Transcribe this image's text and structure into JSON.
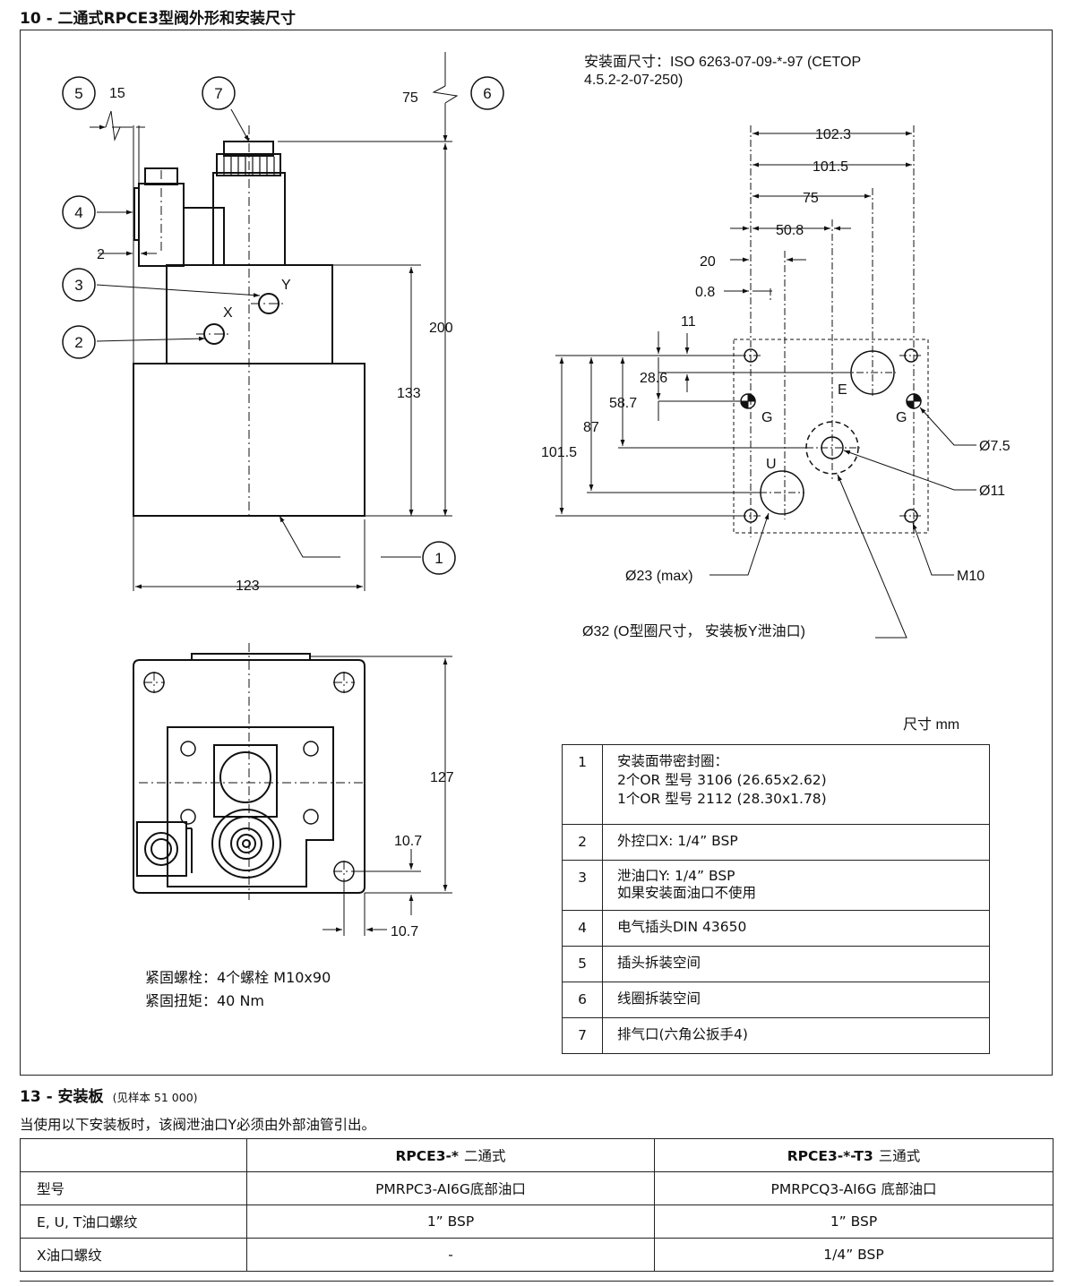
{
  "section10": {
    "title": "10 - 二通式RPCE3型阀外形和安装尺寸",
    "surface_spec_line1": "安装面尺寸：ISO 6263-07-09-*-97 (CETOP",
    "surface_spec_line2": "4.5.2-2-07-250)",
    "unit_note": "尺寸 mm",
    "callouts": [
      "1",
      "2",
      "3",
      "4",
      "5",
      "6",
      "7"
    ],
    "side_view_dims": {
      "d15": "15",
      "d75": "75",
      "d2": "2",
      "d200": "200",
      "d133": "133",
      "d123": "123",
      "port_x": "X",
      "port_y": "Y"
    },
    "bottom_view_dims": {
      "d127": "127",
      "d10_7a": "10.7",
      "d10_7b": "10.7"
    },
    "surface_dims": {
      "h102_3": "102.3",
      "h101_5": "101.5",
      "h75": "75",
      "h50_8": "50.8",
      "h20": "20",
      "h0_8": "0.8",
      "v11": "11",
      "v28_6": "28.6",
      "v58_7": "58.7",
      "v87": "87",
      "v101_5": "101.5",
      "port_e": "E",
      "port_g1": "G",
      "port_g2": "G",
      "port_u": "U",
      "dia7_5": "Ø7.5",
      "dia11": "Ø11",
      "m10": "M10",
      "dia23": "Ø23 (max)",
      "dia32": "Ø32 (O型圈尺寸， 安装板Y泄油口)"
    },
    "legend": [
      {
        "num": "1",
        "lines": [
          "安装面带密封圈：",
          "2个OR 型号 3106 (26.65x2.62)",
          "1个OR  型号 2112 (28.30x1.78)"
        ]
      },
      {
        "num": "2",
        "lines": [
          "外控口X: 1/4” BSP"
        ]
      },
      {
        "num": "3",
        "lines": [
          "泄油口Y: 1/4” BSP",
          "如果安装面油口不使用"
        ]
      },
      {
        "num": "4",
        "lines": [
          "电气插头DIN 43650"
        ]
      },
      {
        "num": "5",
        "lines": [
          "插头拆装空间"
        ]
      },
      {
        "num": "6",
        "lines": [
          "线圈拆装空间"
        ]
      },
      {
        "num": "7",
        "lines": [
          "排气口(六角公扳手4)"
        ]
      }
    ],
    "mounting_note": [
      "紧固螺栓：4个螺栓  M10x90",
      "紧固扭矩：40 Nm"
    ]
  },
  "section13": {
    "title": "13 - 安装板",
    "title_note": "(见样本 51 000)",
    "intro": "当使用以下安装板时，该阀泄油口Y必须由外部油管引出。",
    "columns": [
      {
        "code": "RPCE3-*",
        "desc": "二通式"
      },
      {
        "code": "RPCE3-*-T3",
        "desc": "三通式"
      }
    ],
    "rows": [
      {
        "label": "型号",
        "values": [
          "PMRPC3-AI6G底部油口",
          "PMRPCQ3-AI6G 底部油口"
        ]
      },
      {
        "label": "E, U, T油口螺纹",
        "values": [
          "1” BSP",
          "1” BSP"
        ]
      },
      {
        "label": "X油口螺纹",
        "values": [
          "-",
          "1/4” BSP"
        ]
      }
    ]
  }
}
